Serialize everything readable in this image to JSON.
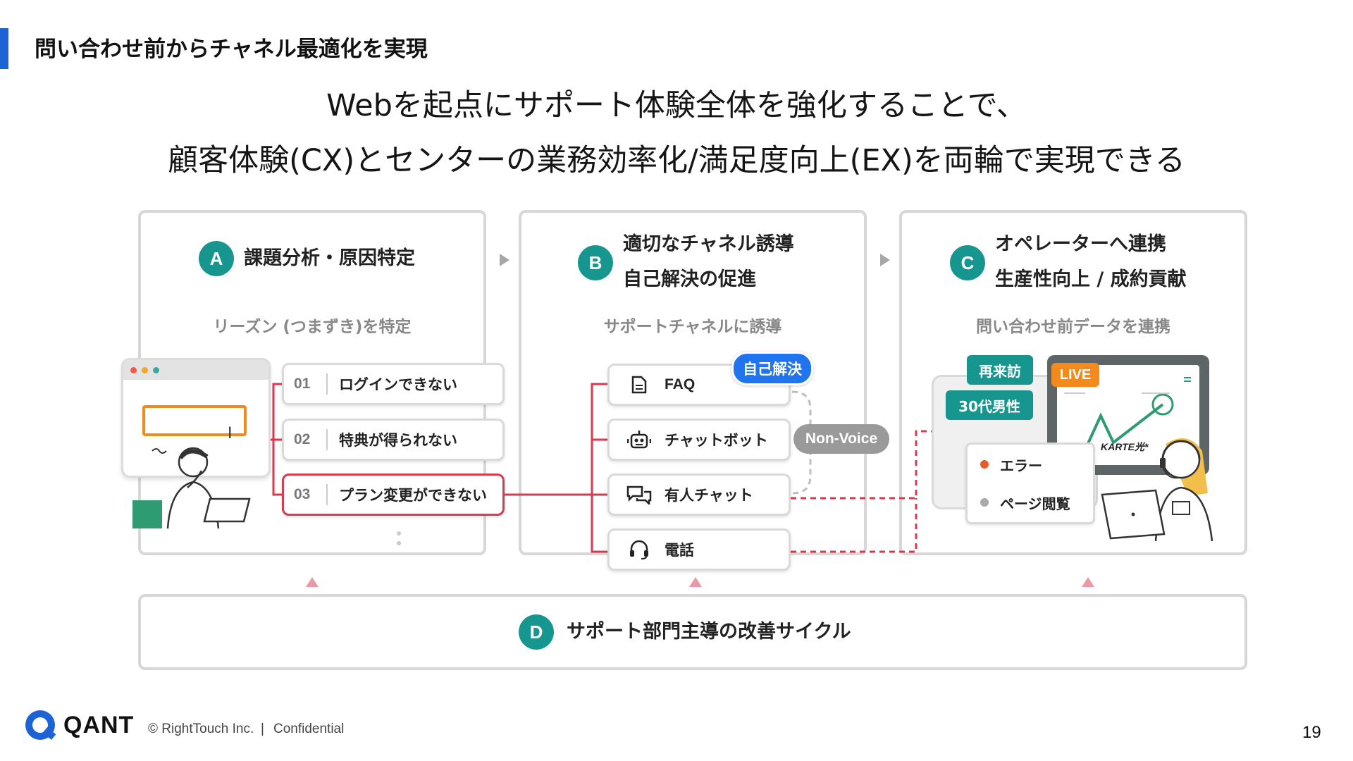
{
  "slide_title": "問い合わせ前からチャネル最適化を実現",
  "headline": {
    "line1": "Webを起点にサポート体験全体を強化することで、",
    "line2": "顧客体験(CX)とセンターの業務効率化/満足度向上(EX)を両輪で実現できる"
  },
  "panel_a": {
    "badge": "A",
    "title": "課題分析・原因特定",
    "subtitle": "リーズン (つまずき)を特定",
    "reasons": [
      {
        "num": "01",
        "text": "ログインできない"
      },
      {
        "num": "02",
        "text": "特典が得られない"
      },
      {
        "num": "03",
        "text": "プラン変更ができない"
      }
    ]
  },
  "panel_b": {
    "badge": "B",
    "title_line1": "適切なチャネル誘導",
    "title_line2": "自己解決の促進",
    "subtitle": "サポートチャネルに誘導",
    "channels": [
      {
        "icon": "document-icon",
        "label": "FAQ"
      },
      {
        "icon": "robot-icon",
        "label": "チャットボット"
      },
      {
        "icon": "chat-bubbles-icon",
        "label": "有人チャット"
      },
      {
        "icon": "headset-icon",
        "label": "電話"
      }
    ],
    "self_solve_label": "自己解決",
    "non_voice_label": "Non-Voice"
  },
  "panel_c": {
    "badge": "C",
    "title_line1": "オペレーターへ連携",
    "title_line2": "生産性向上 / 成約貢献",
    "subtitle": "問い合わせ前データを連携",
    "tags": [
      "再来訪",
      "30代男性"
    ],
    "live_label": "LIVE",
    "karte_label": "KARTE光*",
    "events": [
      "エラー",
      "ページ閲覧"
    ]
  },
  "panel_d": {
    "badge": "D",
    "title": "サポート部門主導の改善サイクル"
  },
  "footer": {
    "brand": "QANT",
    "copyright": "© RightTouch Inc.",
    "separator": "|",
    "confidential": "Confidential",
    "page_number": "19"
  },
  "colors": {
    "accent_blue": "#1e63d6",
    "teal": "#17968f",
    "red": "#d83a50",
    "orange": "#f28a1e"
  }
}
